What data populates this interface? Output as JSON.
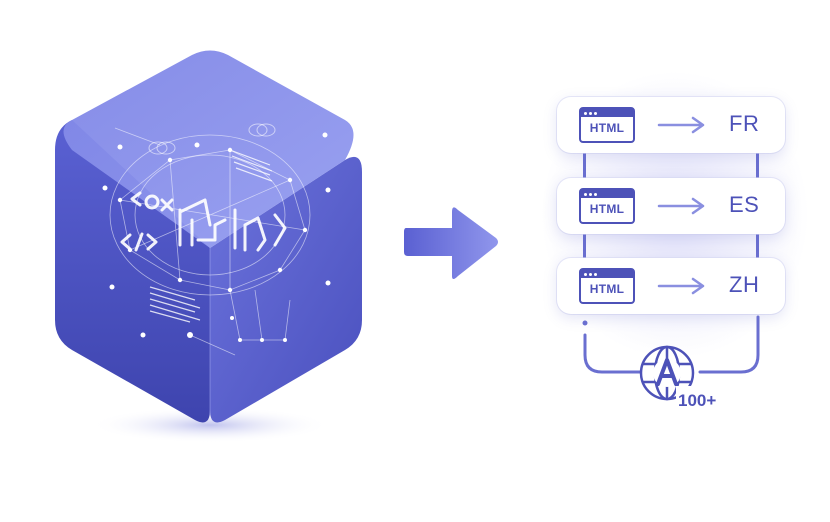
{
  "diagram": {
    "source": {
      "shape": "isometric-cube",
      "motif": "ai-brain-with-code",
      "code_glyphs": [
        "</>",
        "<O>",
        "html-tag-symbols"
      ],
      "color": "#5a5fd0"
    },
    "flow_arrow": {
      "direction": "right",
      "color": "#6d72dc"
    },
    "translations": [
      {
        "from": "HTML",
        "to": "FR"
      },
      {
        "from": "HTML",
        "to": "ES"
      },
      {
        "from": "HTML",
        "to": "ZH"
      }
    ],
    "languages_badge": {
      "icon": "globe-translate-icon",
      "letter": "A",
      "count": "100+"
    },
    "colors": {
      "accent": "#4d52b8",
      "cube_light": "#8d95ea",
      "cube_dark": "#3f45b0",
      "arrow_light": "#8a8fe8"
    }
  }
}
